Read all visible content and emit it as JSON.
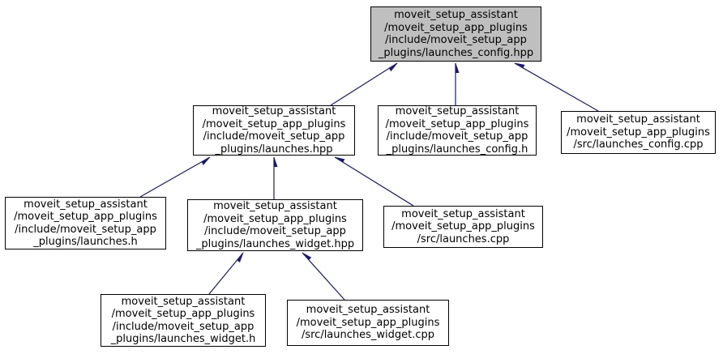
{
  "diagram": {
    "type": "include-dependency-graph",
    "colors": {
      "edge": "#191970",
      "node_border": "#000000",
      "node_fill": "#ffffff",
      "highlight_fill": "#bfbfbf",
      "background": "#ffffff",
      "text": "#000000"
    },
    "nodes": [
      {
        "id": "launches_config_hpp",
        "highlighted": true,
        "label": "moveit_setup_assistant\n/moveit_setup_app_plugins\n/include/moveit_setup_app\n_plugins/launches_config.hpp"
      },
      {
        "id": "launches_hpp",
        "highlighted": false,
        "label": "moveit_setup_assistant\n/moveit_setup_app_plugins\n/include/moveit_setup_app\n_plugins/launches.hpp"
      },
      {
        "id": "launches_config_h",
        "highlighted": false,
        "label": "moveit_setup_assistant\n/moveit_setup_app_plugins\n/include/moveit_setup_app\n_plugins/launches_config.h"
      },
      {
        "id": "launches_config_cpp",
        "highlighted": false,
        "label": "moveit_setup_assistant\n/moveit_setup_app_plugins\n/src/launches_config.cpp"
      },
      {
        "id": "launches_h",
        "highlighted": false,
        "label": "moveit_setup_assistant\n/moveit_setup_app_plugins\n/include/moveit_setup_app\n_plugins/launches.h"
      },
      {
        "id": "launches_widget_hpp",
        "highlighted": false,
        "label": "moveit_setup_assistant\n/moveit_setup_app_plugins\n/include/moveit_setup_app\n_plugins/launches_widget.hpp"
      },
      {
        "id": "launches_cpp",
        "highlighted": false,
        "label": "moveit_setup_assistant\n/moveit_setup_app_plugins\n/src/launches.cpp"
      },
      {
        "id": "launches_widget_h",
        "highlighted": false,
        "label": "moveit_setup_assistant\n/moveit_setup_app_plugins\n/include/moveit_setup_app\n_plugins/launches_widget.h"
      },
      {
        "id": "launches_widget_cpp",
        "highlighted": false,
        "label": "moveit_setup_assistant\n/moveit_setup_app_plugins\n/src/launches_widget.cpp"
      }
    ],
    "edges": [
      {
        "from": "launches_hpp",
        "to": "launches_config_hpp"
      },
      {
        "from": "launches_config_h",
        "to": "launches_config_hpp"
      },
      {
        "from": "launches_config_cpp",
        "to": "launches_config_hpp"
      },
      {
        "from": "launches_h",
        "to": "launches_hpp"
      },
      {
        "from": "launches_widget_hpp",
        "to": "launches_hpp"
      },
      {
        "from": "launches_cpp",
        "to": "launches_hpp"
      },
      {
        "from": "launches_widget_h",
        "to": "launches_widget_hpp"
      },
      {
        "from": "launches_widget_cpp",
        "to": "launches_widget_hpp"
      }
    ]
  }
}
